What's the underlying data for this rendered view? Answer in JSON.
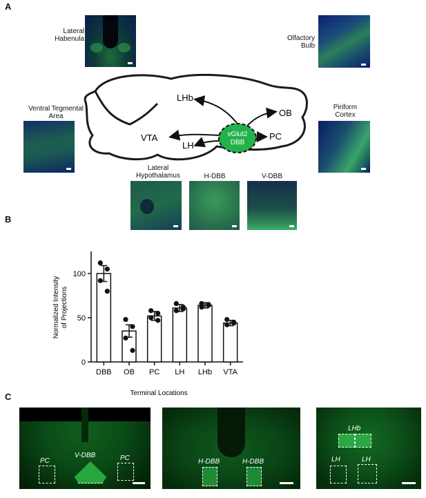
{
  "panels": {
    "a": {
      "letter": "A"
    },
    "b": {
      "letter": "B"
    },
    "c": {
      "letter": "C"
    }
  },
  "schematic": {
    "labels": {
      "lateral_habenula": "Lateral\nHabenula",
      "olfactory_bulb": "Olfactory\nBulb",
      "vta_area": "Ventral Tegmental\nArea",
      "piriform": "Piriform\nCortex",
      "lateral_hypothalamus": "Lateral\nHypothalamus",
      "h_dbb": "H-DBB",
      "v_dbb": "V-DBB"
    },
    "brain_targets": {
      "lhb": "LHb",
      "ob": "OB",
      "vta": "VTA",
      "lh": "LH",
      "pc": "PC"
    },
    "source": {
      "line1": "vGlut2",
      "line2": "DBB"
    },
    "colors": {
      "green": "#22b24c",
      "outline": "#1a1a1a"
    }
  },
  "chart_data": {
    "type": "bar",
    "categories": [
      "DBB",
      "OB",
      "PC",
      "LH",
      "LHb",
      "VTA"
    ],
    "values": [
      100,
      35,
      52,
      61,
      64,
      44
    ],
    "errors": [
      9,
      7,
      5,
      4,
      3,
      3
    ],
    "points": [
      [
        112,
        105,
        92,
        80
      ],
      [
        48,
        40,
        27,
        13
      ],
      [
        58,
        55,
        50,
        47
      ],
      [
        66,
        62,
        58,
        60
      ],
      [
        66,
        64,
        62,
        65
      ],
      [
        48,
        45,
        42,
        44
      ]
    ],
    "xlabel": "Terminal Locations",
    "ylabel": "Normalized Intensity\nof Projections",
    "ylim": [
      0,
      125
    ],
    "yticks": [
      0,
      50,
      100
    ],
    "grid": false
  },
  "panel_c": {
    "img1": {
      "pc_left": "PC",
      "vdbb": "V-DBB",
      "pc_right": "PC"
    },
    "img2": {
      "hdbb_left": "H-DBB",
      "hdbb_right": "H-DBB"
    },
    "img3": {
      "lhb": "LHb",
      "lh_left": "LH",
      "lh_right": "LH"
    }
  }
}
